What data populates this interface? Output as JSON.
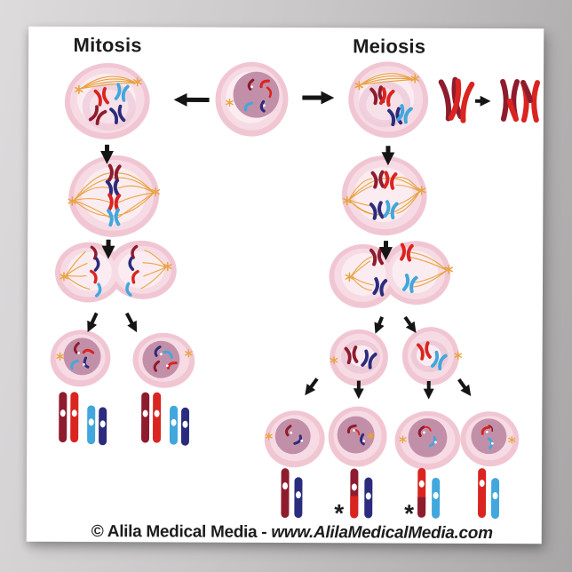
{
  "poster": {
    "title_left": "Mitosis",
    "title_right": "Meiosis",
    "asterisk": "*",
    "copyright_prefix": "© Alila Medical Media - ",
    "copyright_url": "www.AlilaMedicalMedia.com"
  },
  "colors": {
    "paper": "#ffffff",
    "text": "#1d1d1d",
    "arrow": "#151515",
    "chromosome_dark_red": "#8e1c2e",
    "chromosome_red": "#da2420",
    "chromosome_light_blue": "#41a7dc",
    "chromosome_navy": "#2b2c7d",
    "cell_body": "#f1c6d3",
    "cell_body_light": "#f7dbe4",
    "cell_core": "#fbecf1",
    "nucleus_dark": "#c28fa9",
    "nucleus_light": "#eec9d8",
    "spindle_orange": "#e8a33e",
    "centromere_white": "#ffffff"
  }
}
